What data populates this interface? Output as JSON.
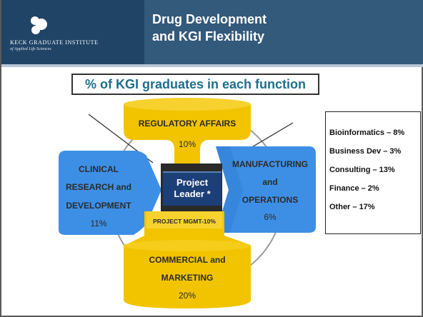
{
  "header": {
    "logo_name": "KECK GRADUATE INSTITUTE",
    "logo_subtitle": "of Applied Life Sciences",
    "title_line1": "Drug Development",
    "title_line2": "and KGI Flexibility"
  },
  "headline": "% of KGI graduates in each function",
  "diagram": {
    "regulatory": {
      "label": "REGULATORY AFFAIRS",
      "percent": "10%"
    },
    "clinical": {
      "line1": "CLINICAL",
      "line2": "RESEARCH and",
      "line3": "DEVELOPMENT",
      "percent": "11%"
    },
    "manufacturing": {
      "line1": "MANUFACTURING",
      "line2": "and",
      "line3": "OPERATIONS",
      "percent": "6%"
    },
    "commercial": {
      "line1": "COMMERCIAL and",
      "line2": "MARKETING",
      "percent": "20%"
    },
    "project_leader": {
      "line1": "Project",
      "line2": "Leader *"
    },
    "project_mgmt": "PROJECT MGMT-10%"
  },
  "other_functions": [
    "Bioinformatics – 8%",
    "Business Dev – 3%",
    "Consulting – 13%",
    "Finance – 2%",
    "Other – 17%"
  ],
  "colors": {
    "header_dark": "#1f4466",
    "header_title": "#33597b",
    "blue_arrow": "#3d8fe6",
    "yellow_cylinder": "#f2c400",
    "project_leader": "#1d3f77",
    "headline_text": "#1f6e8c"
  }
}
